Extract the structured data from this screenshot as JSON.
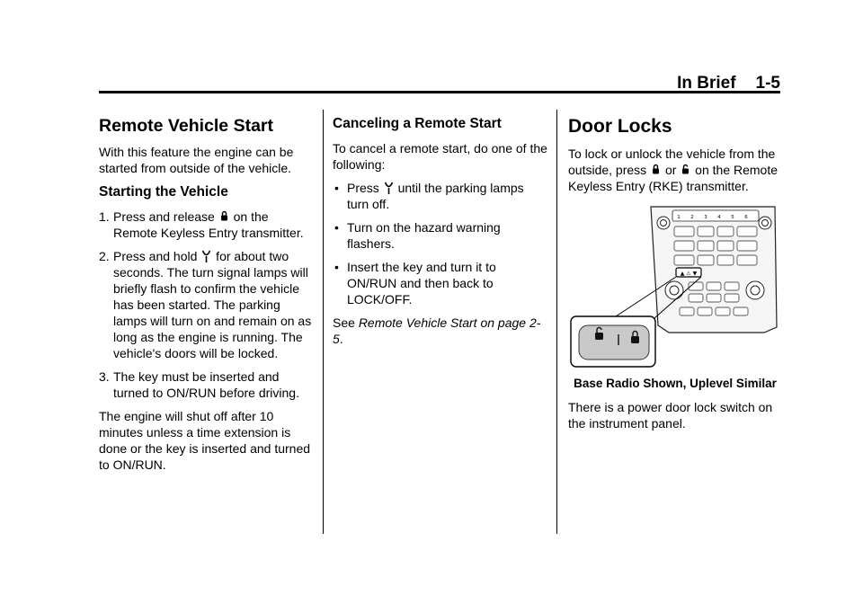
{
  "header": {
    "section": "In Brief",
    "page": "1-5"
  },
  "col1": {
    "title": "Remote Vehicle Start",
    "intro": "With this feature the engine can be started from outside of the vehicle.",
    "subtitle": "Starting the Vehicle",
    "steps": [
      {
        "num": "1.",
        "pre": "Press and release ",
        "post": " on the Remote Keyless Entry transmitter."
      },
      {
        "num": "2.",
        "pre": "Press and hold ",
        "post": " for about two seconds. The turn signal lamps will briefly flash to confirm the vehicle has been started. The parking lamps will turn on and remain on as long as the engine is running. The vehicle's doors will be locked."
      },
      {
        "num": "3.",
        "text": "The key must be inserted and turned to ON/RUN before driving."
      }
    ],
    "note": "The engine will shut off after 10 minutes unless a time extension is done or the key is inserted and turned to ON/RUN."
  },
  "col2": {
    "title": "Canceling a Remote Start",
    "intro": "To cancel a remote start, do one of the following:",
    "bullets": [
      {
        "pre": "Press ",
        "post": " until the parking lamps turn off."
      },
      {
        "text": "Turn on the hazard warning flashers."
      },
      {
        "text": "Insert the key and turn it to ON/RUN and then back to LOCK/OFF."
      }
    ],
    "see_pre": "See ",
    "see_ref": "Remote Vehicle Start on page 2-5",
    "see_post": "."
  },
  "col3": {
    "title": "Door Locks",
    "intro_pre": "To lock or unlock the vehicle from the outside, press ",
    "intro_mid": " or ",
    "intro_post": " on the Remote Keyless Entry (RKE) transmitter.",
    "caption": "Base Radio Shown, Uplevel Similar",
    "note": "There is a power door lock switch on the instrument panel."
  },
  "figure": {
    "keypad": [
      "1",
      "2",
      "3",
      "4",
      "5",
      "6"
    ]
  },
  "icons": {
    "lock": "lock-fob-icon",
    "unlock": "unlock-fob-icon",
    "remote_start": "remote-start-icon"
  }
}
